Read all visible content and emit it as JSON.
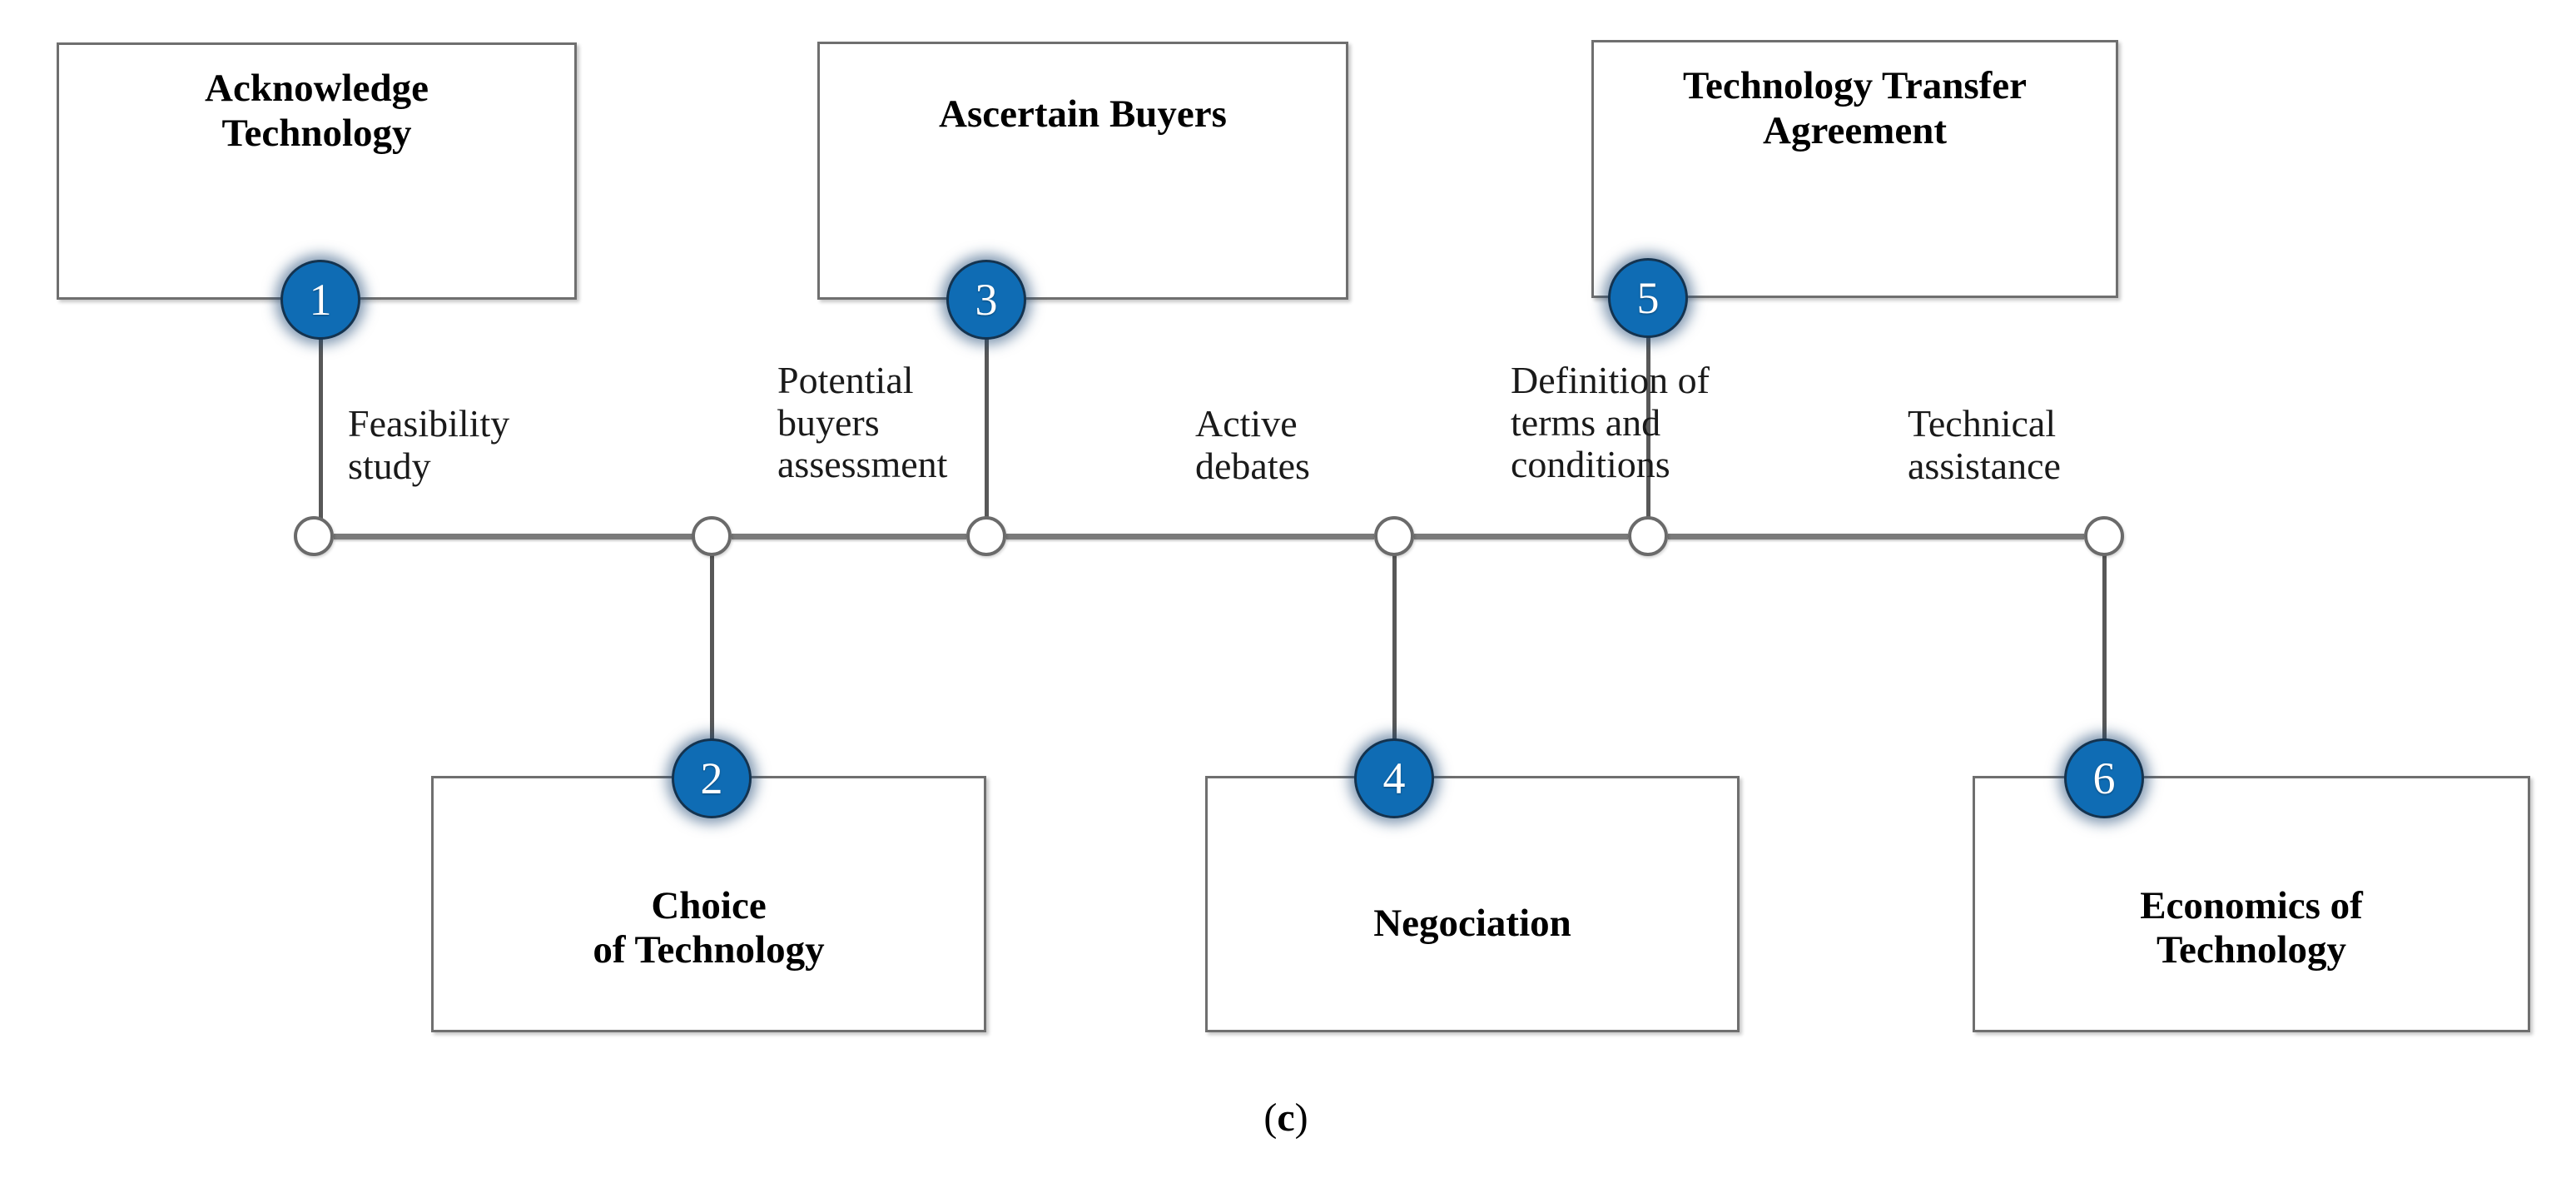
{
  "figure": {
    "caption_prefix": "(",
    "caption_letter": "c",
    "caption_suffix": ")",
    "caption": "(c)",
    "accent_color": "#0F6CB4",
    "box_border_color": "#6F6F6F",
    "axis_color": "#7A7A7A",
    "background": "#FFFFFF"
  },
  "diagram": {
    "type": "process-timeline",
    "orientation": "horizontal",
    "step_count": 6,
    "milestone_count": 6
  },
  "steps": [
    {
      "number": "1",
      "title": "Acknowledge\nTechnology",
      "position": "above"
    },
    {
      "number": "2",
      "title": "Choice\nof Technology",
      "position": "below"
    },
    {
      "number": "3",
      "title": "Ascertain Buyers",
      "position": "above"
    },
    {
      "number": "4",
      "title": "Negociation",
      "position": "below"
    },
    {
      "number": "5",
      "title": "Technology Transfer\nAgreement",
      "position": "above"
    },
    {
      "number": "6",
      "title": "Economics of\nTechnology",
      "position": "below"
    }
  ],
  "milestones": [
    {
      "index": "1",
      "label": "Feasibility\nstudy"
    },
    {
      "index": "2",
      "label": "Potential\nbuyers\nassessment"
    },
    {
      "index": "3",
      "label": "Active\ndebates"
    },
    {
      "index": "4",
      "label": "Definition of\nterms and\nconditions"
    },
    {
      "index": "5",
      "label": "Technical\nassistance"
    }
  ]
}
